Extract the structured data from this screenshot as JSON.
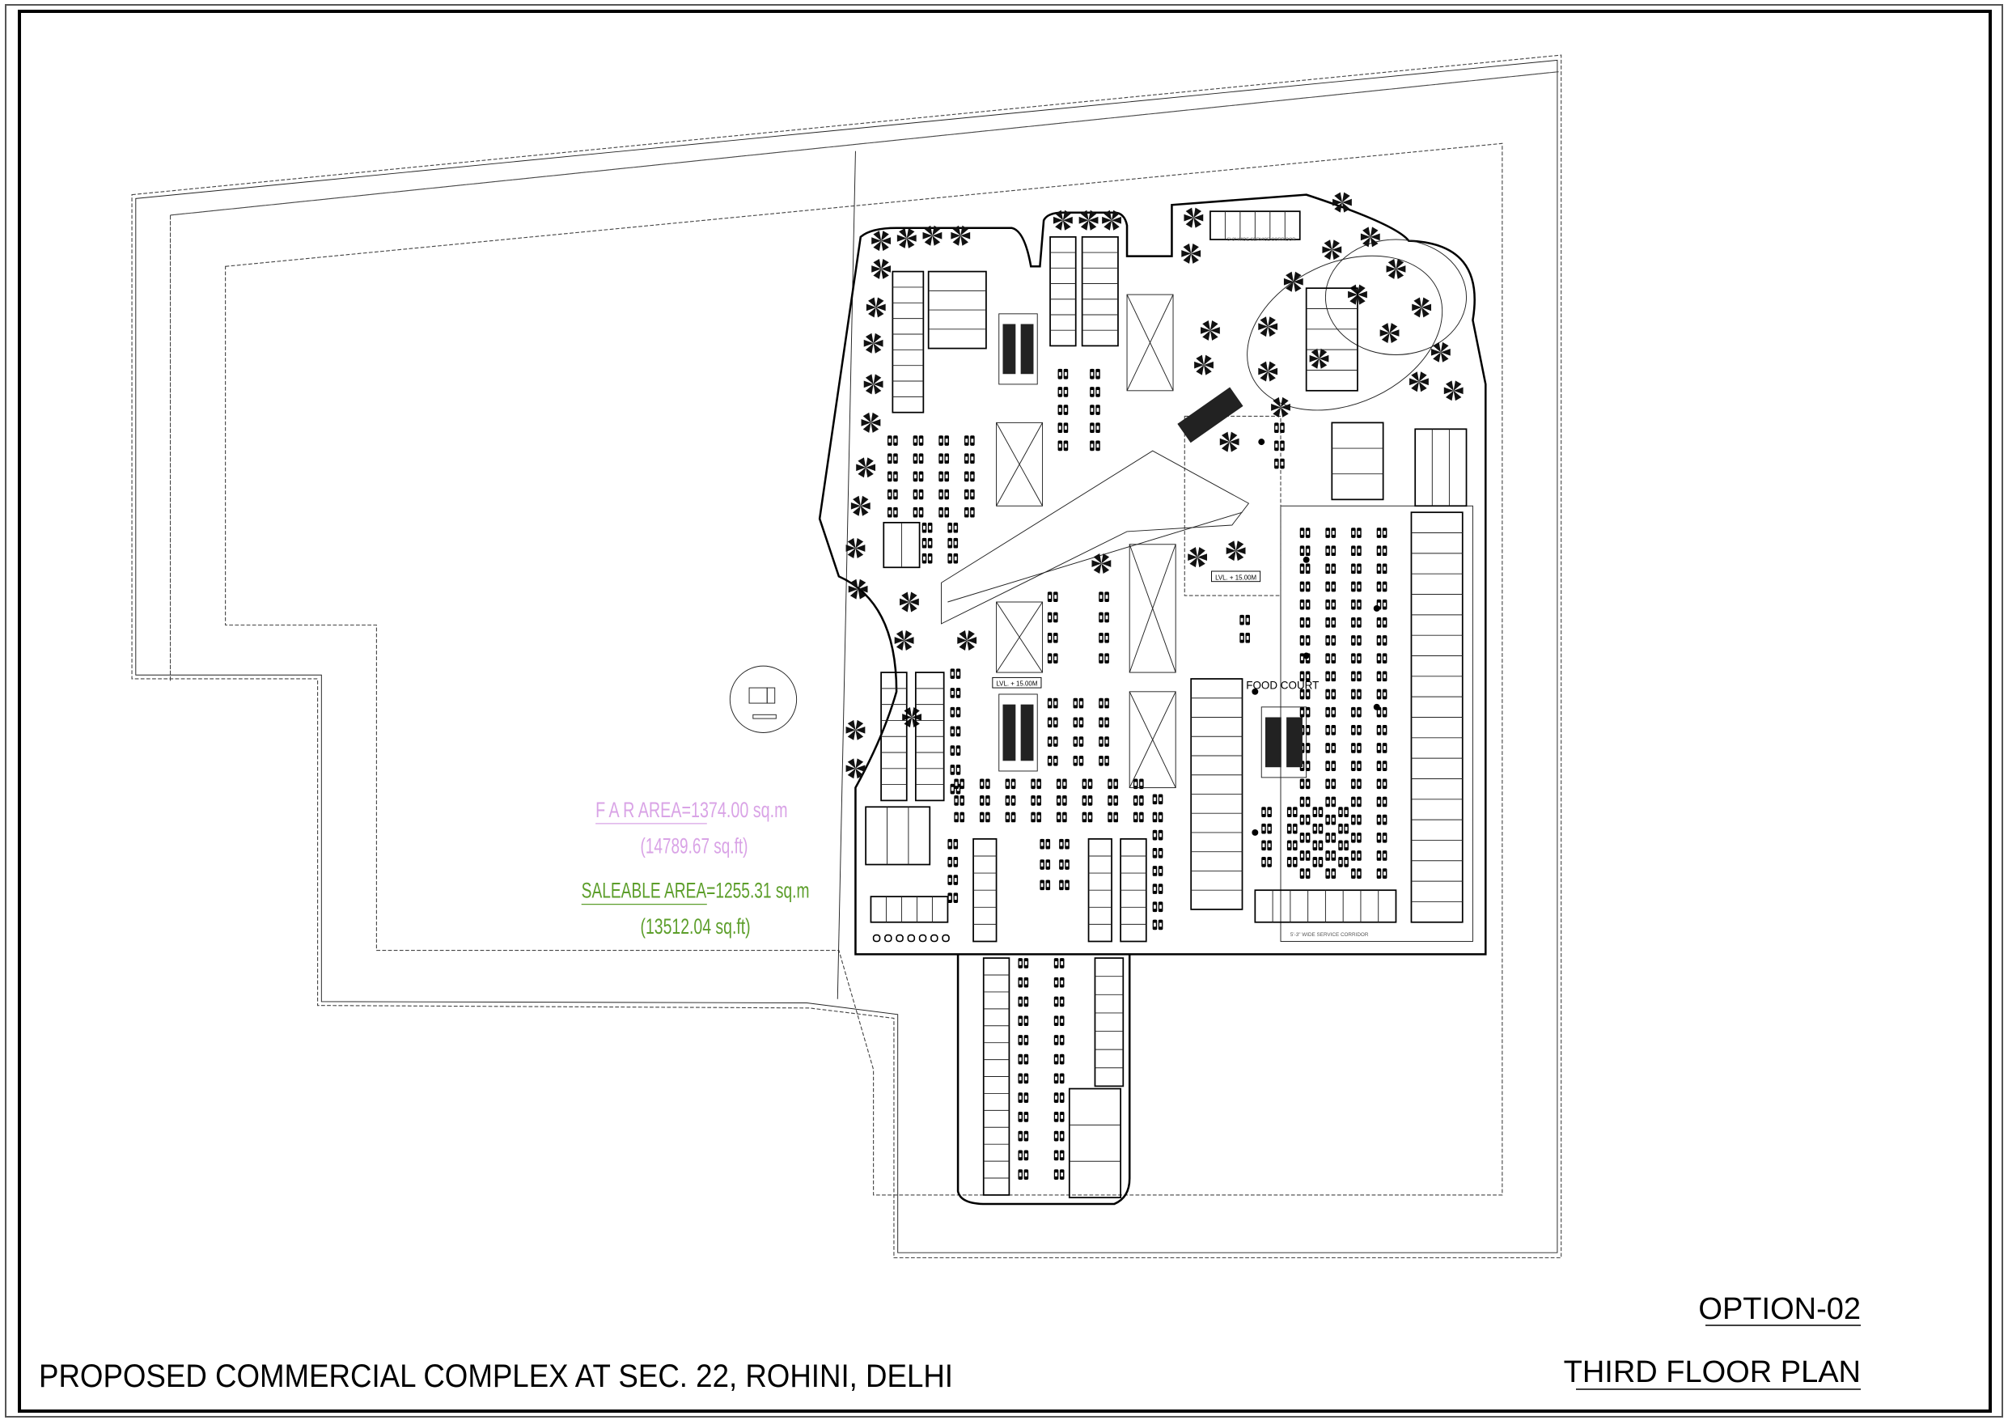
{
  "sheet": {
    "project_title": "PROPOSED COMMERCIAL COMPLEX AT SEC. 22, ROHINI, DELHI",
    "option": "OPTION-02",
    "drawing_title": "THIRD FLOOR PLAN"
  },
  "areas": {
    "far_area_label": "F A R  AREA",
    "far_area_value": "=1374.00 sq.m",
    "far_area_sqft": "(14789.67 sq.ft)",
    "saleable_area_label": "SALEABLE AREA",
    "saleable_area_value": "=1255.31 sq.m",
    "saleable_area_sqft": "(13512.04 sq.ft)",
    "far_color": "#d9a3e6",
    "saleable_color": "#5c9e2a"
  },
  "plan_labels": {
    "level_1": "LVL. + 15.00M",
    "level_2": "LVL. + 15.00M",
    "food_court": "FOOD COURT",
    "corridor_bottom": "5'-3\" WIDE SERVICE CORRIDOR",
    "corridor_top": "5'-3\" WIDE SERVICE CORRIDOR"
  }
}
